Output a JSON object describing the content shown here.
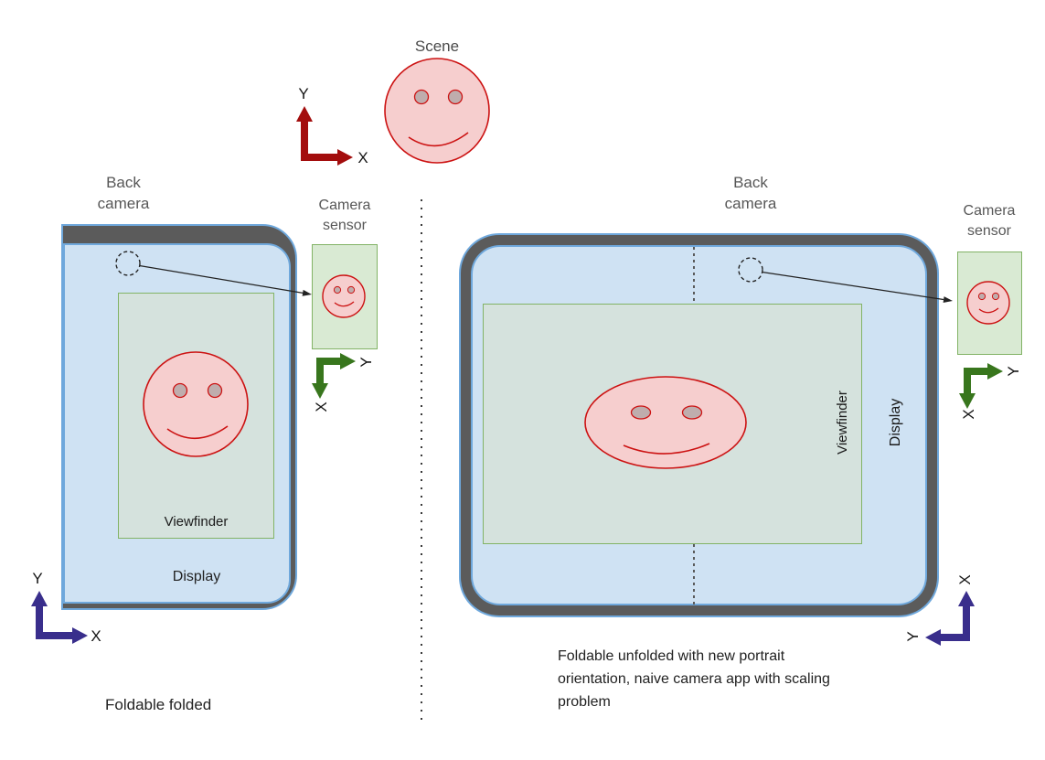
{
  "scene": {
    "label": "Scene",
    "axis": {
      "x": "X",
      "y": "Y"
    }
  },
  "folded": {
    "back_camera": "Back camera",
    "camera_sensor": "Camera sensor",
    "viewfinder": "Viewfinder",
    "display": "Display",
    "caption": "Foldable folded",
    "device_axis": {
      "x": "X",
      "y": "Y"
    },
    "sensor_axis": {
      "x": "X",
      "y": "Y"
    }
  },
  "unfolded": {
    "back_camera": "Back camera",
    "camera_sensor": "Camera sensor",
    "viewfinder": "Viewfinder",
    "display": "Display",
    "caption": "Foldable unfolded with new portrait orientation, naive camera app with scaling problem",
    "device_axis": {
      "x": "X",
      "y": "Y"
    },
    "sensor_axis": {
      "x": "X",
      "y": "Y"
    }
  },
  "colors": {
    "red_axis": "#a30d0d",
    "purple_axis": "#392e8c",
    "green_axis": "#38761d",
    "phone_frame": "#5b5b5b",
    "phone_stroke": "#6fa8dc",
    "display_fill": "#cfe2f3",
    "viewfinder_fill": "#d5e2dd",
    "viewfinder_stroke": "#82b366",
    "sensor_fill": "#d9ead3",
    "face_fill": "#f6cece",
    "face_stroke": "#cc1212",
    "eye_fill": "#bfadad",
    "annotation": "#222222"
  }
}
